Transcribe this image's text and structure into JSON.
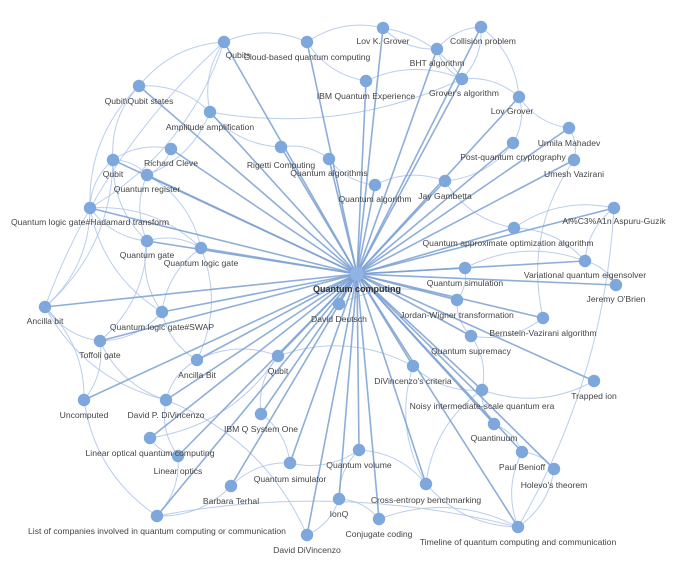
{
  "graph": {
    "center": "Quantum computing",
    "nodes": [
      {
        "id": "qubits",
        "label": "Qubits"
      },
      {
        "id": "cloud",
        "label": "Cloud-based quantum computing"
      },
      {
        "id": "lovkgrover",
        "label": "Lov K. Grover"
      },
      {
        "id": "collision",
        "label": "Collision problem"
      },
      {
        "id": "bht",
        "label": "BHT algorithm"
      },
      {
        "id": "grovers",
        "label": "Grover's algorithm"
      },
      {
        "id": "ibmqe",
        "label": "IBM Quantum Experience"
      },
      {
        "id": "lovgrover",
        "label": "Lov Grover"
      },
      {
        "id": "qubitstates",
        "label": "Qubit\\Qubit states"
      },
      {
        "id": "amplitude",
        "label": "Amplitude amplification"
      },
      {
        "id": "urmila",
        "label": "Urmila Mahadev"
      },
      {
        "id": "pqc",
        "label": "Post-quantum cryptography"
      },
      {
        "id": "richard",
        "label": "Richard Cleve"
      },
      {
        "id": "rigetti",
        "label": "Rigetti Computing"
      },
      {
        "id": "umesh",
        "label": "Umesh Vazirani"
      },
      {
        "id": "qubit",
        "label": "Qubit"
      },
      {
        "id": "qregister",
        "label": "Quantum register"
      },
      {
        "id": "qalgorithms",
        "label": "Quantum algorithms"
      },
      {
        "id": "qalgorithm",
        "label": "Quantum algorithm"
      },
      {
        "id": "jay",
        "label": "Jay Gambetta"
      },
      {
        "id": "hadamard",
        "label": "Quantum logic gate#Hadamard transform"
      },
      {
        "id": "alan",
        "label": "Al%C3%A1n Aspuru-Guzik"
      },
      {
        "id": "qaoa",
        "label": "Quantum approximate optimization algorithm"
      },
      {
        "id": "qgate",
        "label": "Quantum gate"
      },
      {
        "id": "qlogicgate",
        "label": "Quantum logic gate"
      },
      {
        "id": "vqe",
        "label": "Variational quantum eigensolver"
      },
      {
        "id": "qsim",
        "label": "Quantum simulation"
      },
      {
        "id": "jeremy",
        "label": "Jeremy O'Brien"
      },
      {
        "id": "ancilla",
        "label": "Ancilla bit"
      },
      {
        "id": "jordan",
        "label": "Jordan-Wigner transformation"
      },
      {
        "id": "deutsch",
        "label": "David Deutsch"
      },
      {
        "id": "swap",
        "label": "Quantum logic gate#SWAP"
      },
      {
        "id": "bv",
        "label": "Bernstein-Vazirani algorithm"
      },
      {
        "id": "toffoli",
        "label": "Toffoli gate"
      },
      {
        "id": "supremacy",
        "label": "Quantum supremacy"
      },
      {
        "id": "ancillabit",
        "label": "Ancilla Bit"
      },
      {
        "id": "qubit2",
        "label": "Qubit"
      },
      {
        "id": "divcriteria",
        "label": "DiVincenzo's criteria"
      },
      {
        "id": "trapped",
        "label": "Trapped ion"
      },
      {
        "id": "uncomputed",
        "label": "Uncomputed"
      },
      {
        "id": "davidp",
        "label": "David P. DiVincenzo"
      },
      {
        "id": "nisq",
        "label": "Noisy intermediate-scale quantum era"
      },
      {
        "id": "ibmqsys",
        "label": "IBM Q System One"
      },
      {
        "id": "loqc",
        "label": "Linear optical quantum computing"
      },
      {
        "id": "quantinuum",
        "label": "Quantinuum"
      },
      {
        "id": "linopt",
        "label": "Linear optics"
      },
      {
        "id": "qvolume",
        "label": "Quantum volume"
      },
      {
        "id": "paul",
        "label": "Paul Benioff"
      },
      {
        "id": "holevo",
        "label": "Holevo's theorem"
      },
      {
        "id": "qsimulator",
        "label": "Quantum simulator"
      },
      {
        "id": "barbara",
        "label": "Barbara Terhal"
      },
      {
        "id": "xeb",
        "label": "Cross-entropy benchmarking"
      },
      {
        "id": "ionq",
        "label": "IonQ"
      },
      {
        "id": "companies",
        "label": "List of companies involved in quantum computing or communication"
      },
      {
        "id": "conjugate",
        "label": "Conjugate coding"
      },
      {
        "id": "timeline",
        "label": "Timeline of quantum computing and communication"
      },
      {
        "id": "daviddiv",
        "label": "David DiVincenzo"
      }
    ]
  },
  "colors": {
    "node": "#7ea7db",
    "hub": "#8fb3e4",
    "edge": "#7aa0d2",
    "edge_light": "#a9c2e6",
    "label": "#444444"
  }
}
